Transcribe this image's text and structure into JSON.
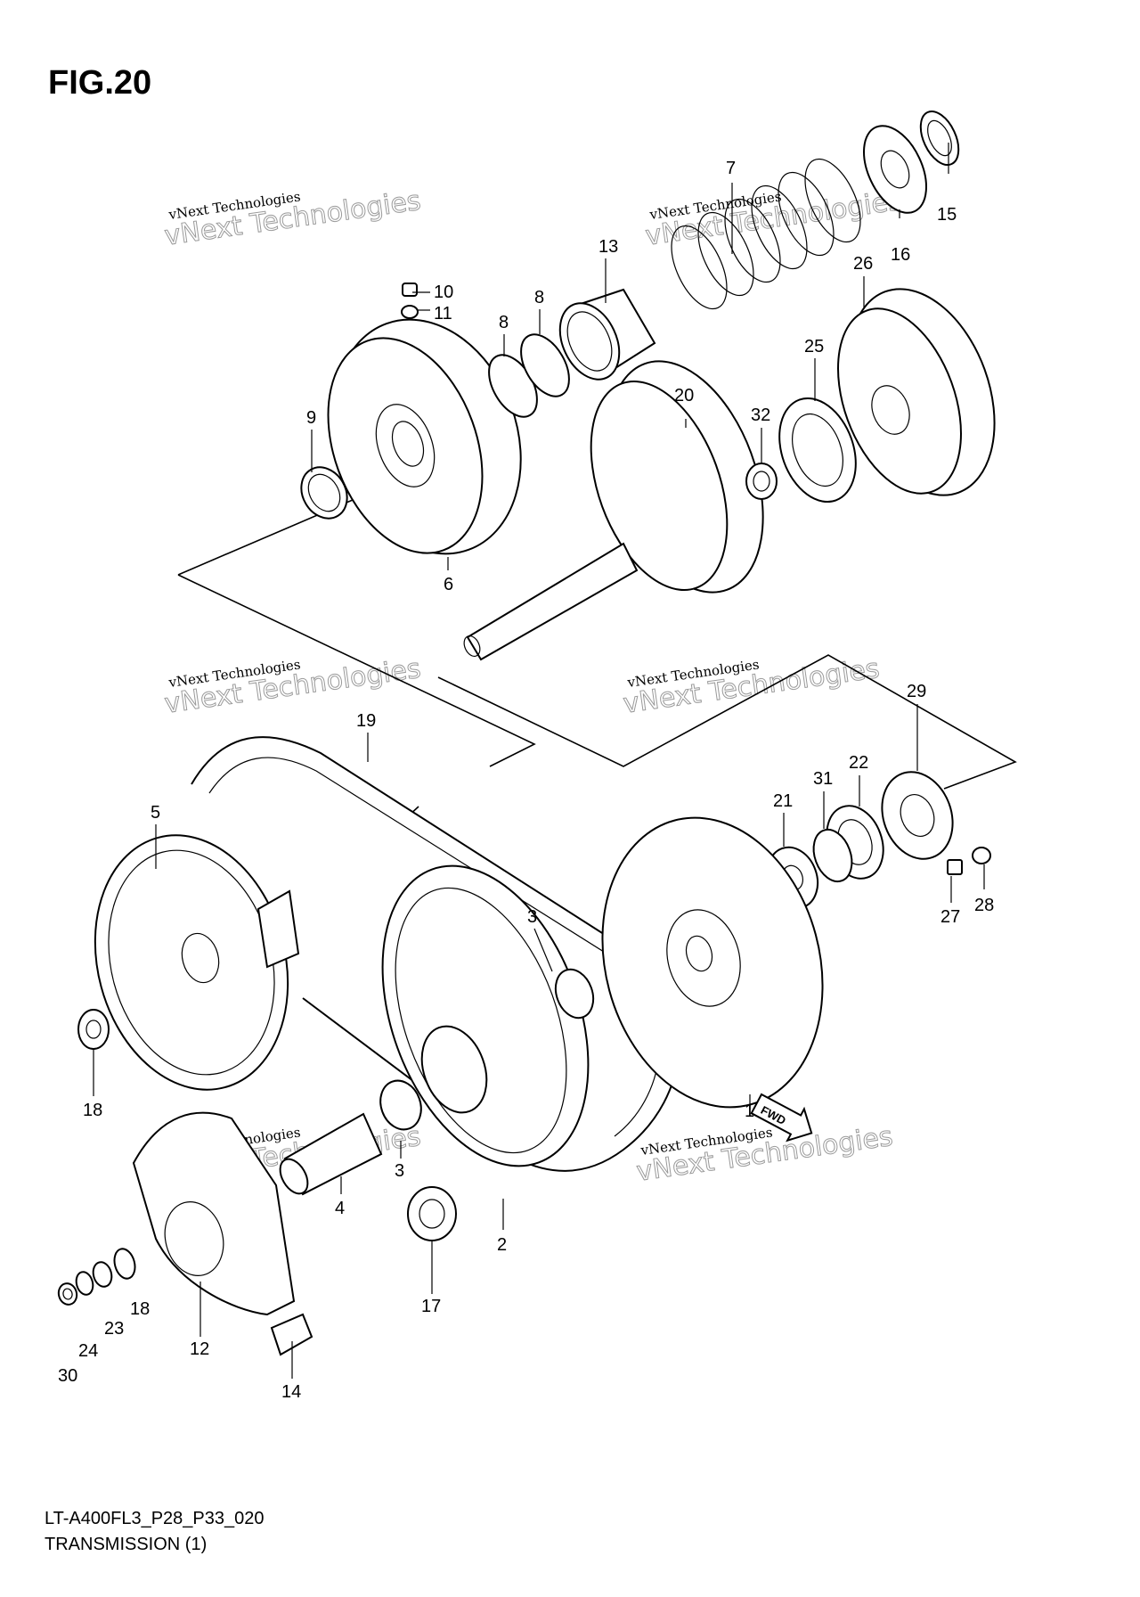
{
  "figure": {
    "title": "FIG.20"
  },
  "footer": {
    "code": "LT-A400FL3_P28_P33_020",
    "name": "TRANSMISSION (1)"
  },
  "watermark": {
    "line1": "vNext Technologies",
    "line2": "vNext Technologies"
  },
  "direction_marker": {
    "label": "FWD"
  },
  "callouts": [
    "1",
    "2",
    "3",
    "3",
    "4",
    "5",
    "6",
    "7",
    "8",
    "8",
    "9",
    "10",
    "11",
    "12",
    "13",
    "14",
    "15",
    "16",
    "17",
    "18",
    "18",
    "19",
    "20",
    "21",
    "22",
    "23",
    "24",
    "25",
    "26",
    "27",
    "28",
    "29",
    "30",
    "31",
    "32"
  ]
}
